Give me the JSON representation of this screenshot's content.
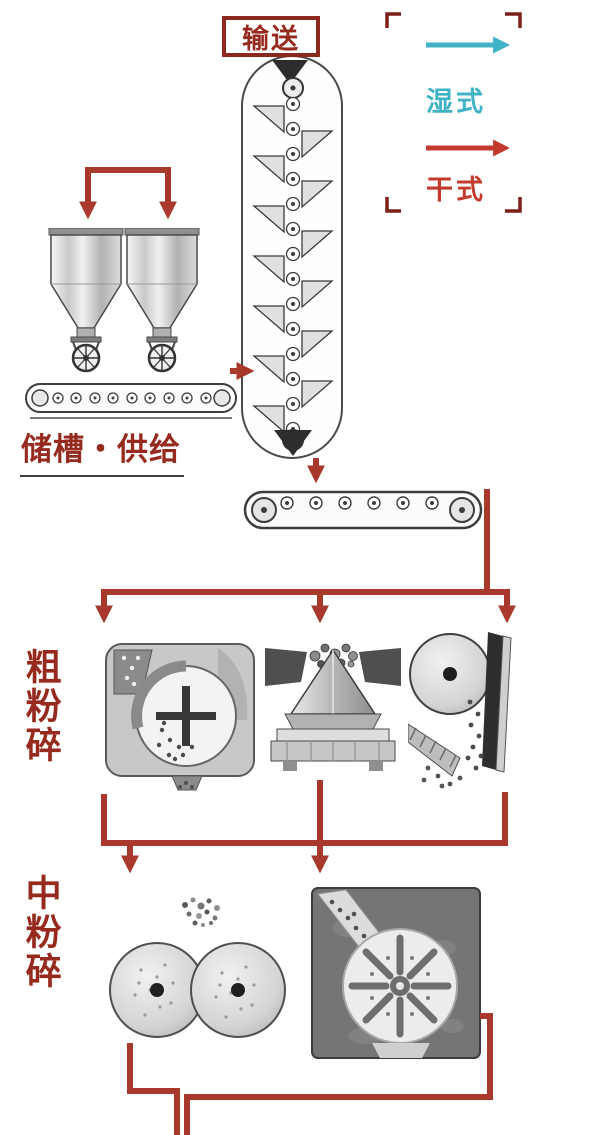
{
  "diagram": {
    "name": "crushing-grinding-process-flow",
    "labels": {
      "conveying": "输送",
      "wet": "湿式",
      "dry": "干式",
      "storage_supply": "储槽・供给",
      "coarse_crushing": "粗粉碎",
      "medium_crushing": "中粉碎"
    },
    "legend": {
      "wet_arrow_icon": "cyan-right-arrow",
      "dry_arrow_icon": "red-right-arrow"
    },
    "colors": {
      "connector": "#a8392c",
      "label_text": "#962a1e",
      "box_border": "#8c291e",
      "wet": "#3fb3c4",
      "dry": "#c23b2c",
      "bracket": "#7d2019"
    }
  }
}
